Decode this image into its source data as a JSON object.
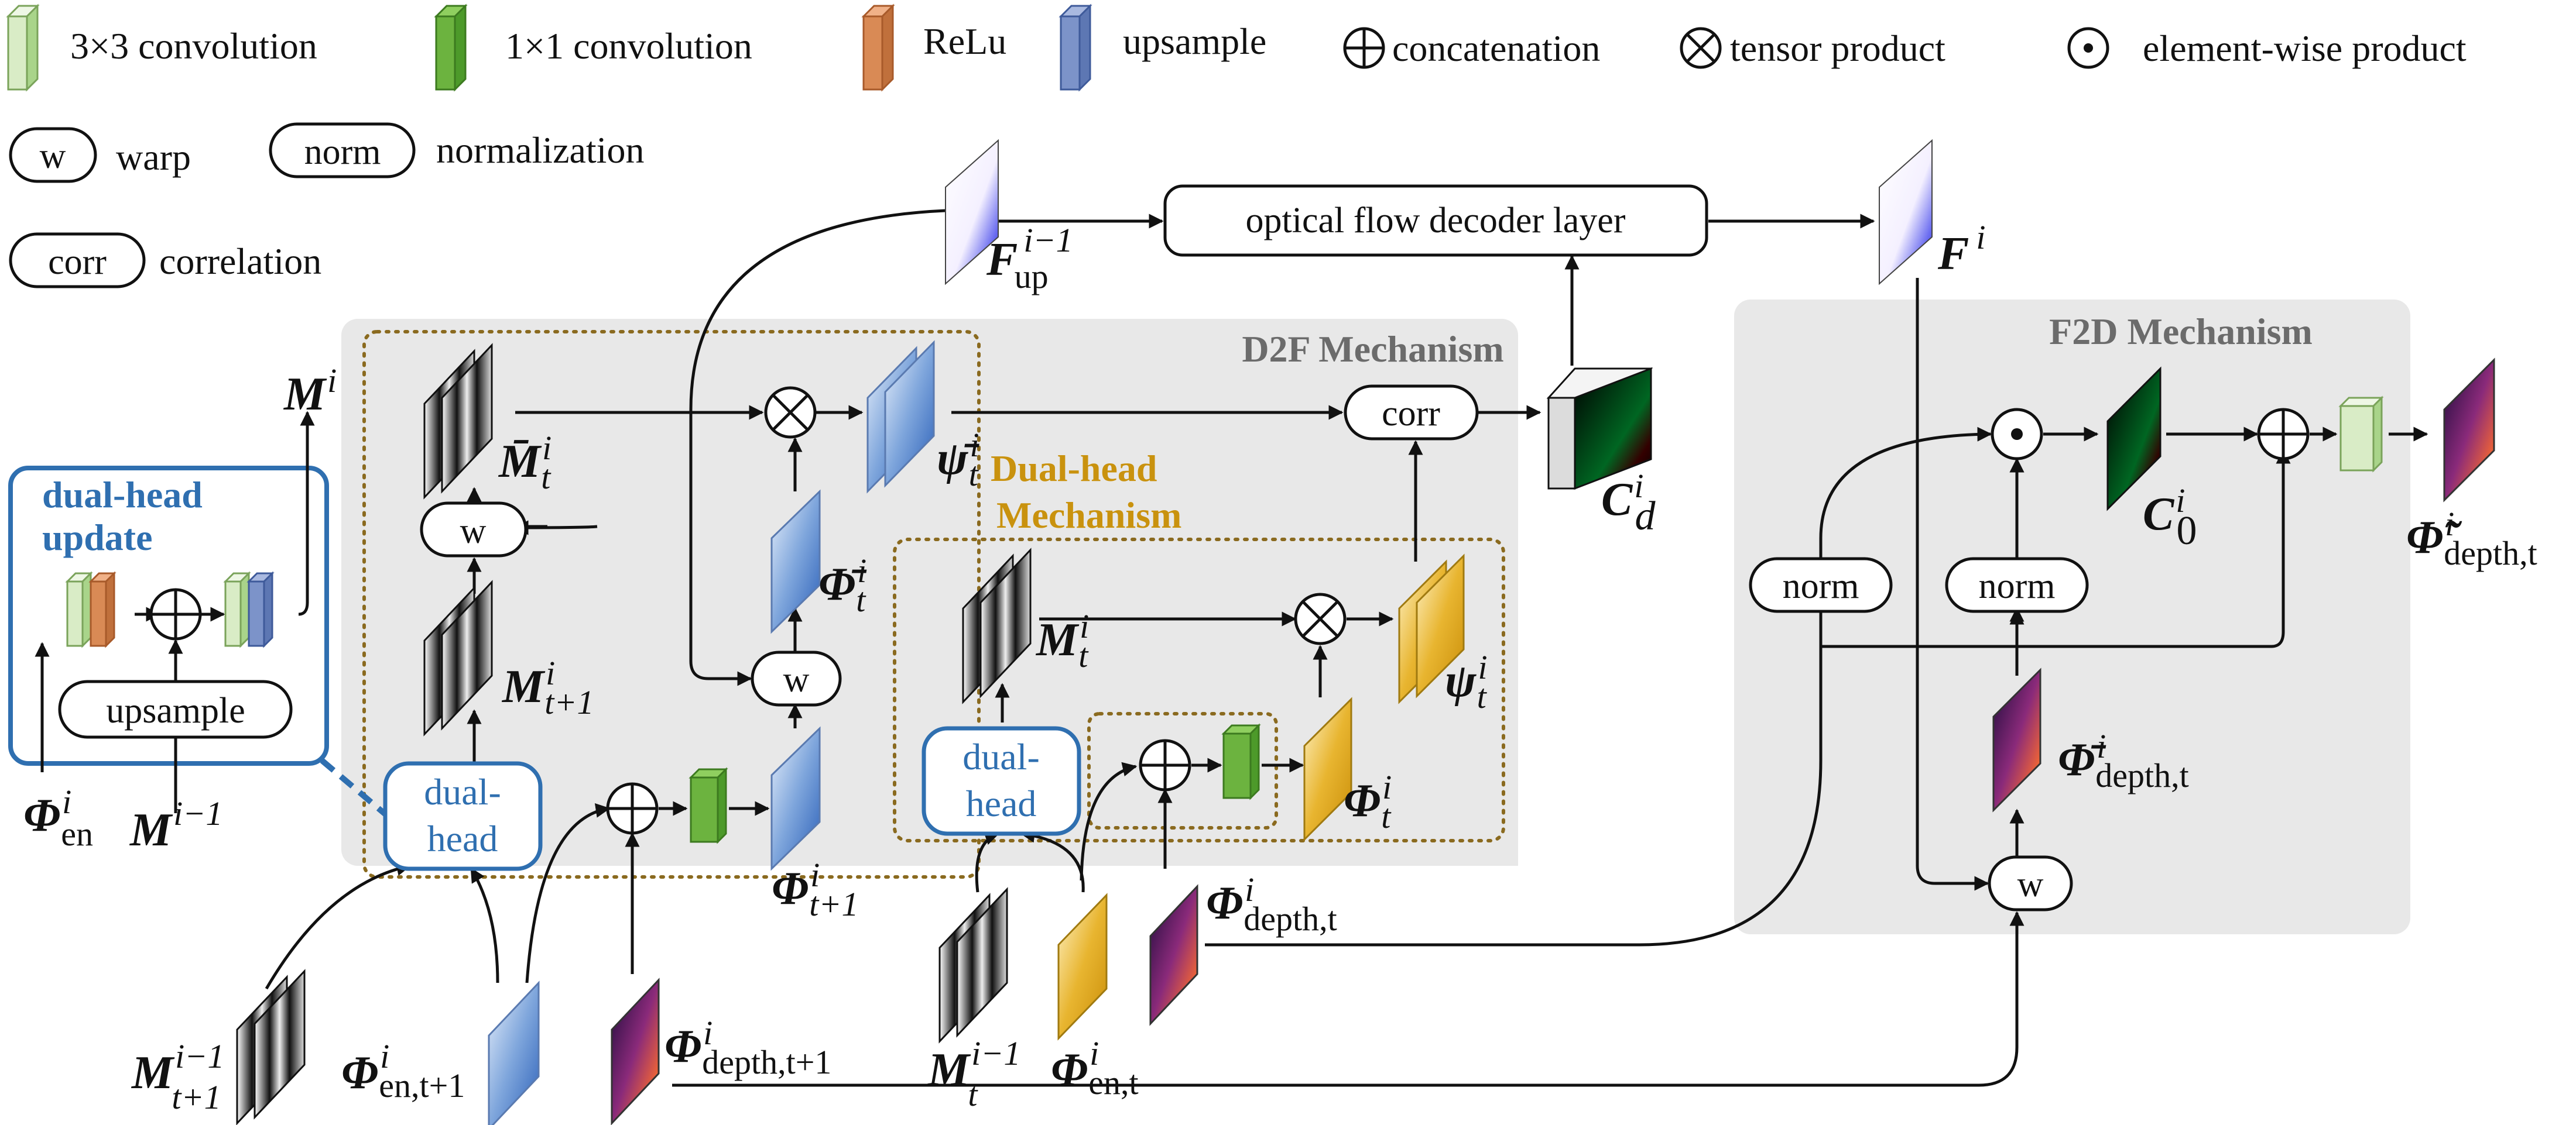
{
  "legend": {
    "conv3": "3×3 convolution",
    "conv1": "1×1 convolution",
    "relu": "ReLu",
    "upsample": "upsample",
    "concat": "concatenation",
    "tensor": "tensor product",
    "elementwise": "element-wise product",
    "warp_sym": "w",
    "warp": "warp",
    "norm_sym": "norm",
    "norm": "normalization",
    "corr_sym": "corr",
    "corr": "correlation"
  },
  "mechanisms": {
    "d2f": "D2F Mechanism",
    "f2d": "F2D Mechanism",
    "dual_head_l1": "Dual-head",
    "dual_head_l2": "Mechanism",
    "dual_head_update_l1": "dual-head",
    "dual_head_update_l2": "update"
  },
  "boxes": {
    "optical_flow": "optical flow decoder layer",
    "corr": "corr",
    "w": "w",
    "norm": "norm",
    "upsample": "upsample",
    "dual_head_l1": "dual-",
    "dual_head_l2": "head"
  },
  "labels": {
    "F_up": {
      "base": "F",
      "sup": "i−1",
      "sub": "up"
    },
    "F_i": {
      "base": "F",
      "sup": "i"
    },
    "M_i": {
      "base": "M",
      "sup": "i"
    },
    "M_bar_t": {
      "base": "M̄",
      "sup": "i",
      "sub": "t"
    },
    "M_t1": {
      "base": "M",
      "sup": "i",
      "sub": "t+1"
    },
    "M_t": {
      "base": "M",
      "sup": "i",
      "sub": "t"
    },
    "psi_bar": {
      "base": "ψ̄",
      "sup": "i",
      "sub": "t"
    },
    "psi": {
      "base": "ψ",
      "sup": "i",
      "sub": "t"
    },
    "phi_bar_t": {
      "base": "Φ̄",
      "sup": "i",
      "sub": "t"
    },
    "phi_t1": {
      "base": "Φ",
      "sup": "i",
      "sub": "t+1"
    },
    "phi_t": {
      "base": "Φ",
      "sup": "i",
      "sub": "t"
    },
    "C_d": {
      "base": "C",
      "sup": "i",
      "sub": "d"
    },
    "C_0": {
      "base": "C",
      "sup": "i",
      "sub": "0"
    },
    "phi_tilde_depth": {
      "base": "Φ̃",
      "sup": "i",
      "sub": "depth,t"
    },
    "phi_bar_depth": {
      "base": "Φ̄",
      "sup": "i",
      "sub": "depth,t"
    },
    "phi_depth_t": {
      "base": "Φ",
      "sup": "i",
      "sub": "depth,t"
    },
    "phi_depth_t1": {
      "base": "Φ",
      "sup": "i",
      "sub": "depth,t+1"
    },
    "phi_en": {
      "base": "Φ",
      "sup": "i",
      "sub": "en"
    },
    "M_prev": {
      "base": "M",
      "sup": "i−1"
    },
    "M_prev_t1": {
      "base": "M",
      "sup": "i−1",
      "sub": "t+1"
    },
    "phi_en_t1": {
      "base": "Φ",
      "sup": "i",
      "sub": "en,t+1"
    },
    "M_prev_t": {
      "base": "M",
      "sup": "i−1",
      "sub": "t"
    },
    "phi_en_t": {
      "base": "Φ",
      "sup": "i",
      "sub": "en,t"
    }
  },
  "colors": {
    "panel": "#e8e8e8",
    "gold": "#c9920e",
    "blue": "#2f6fb0",
    "dotted": "#8a6a1f",
    "conv3": "#d9ecc6",
    "conv1": "#6cb33f",
    "relu": "#d98a55",
    "upsample": "#7c93c9"
  }
}
